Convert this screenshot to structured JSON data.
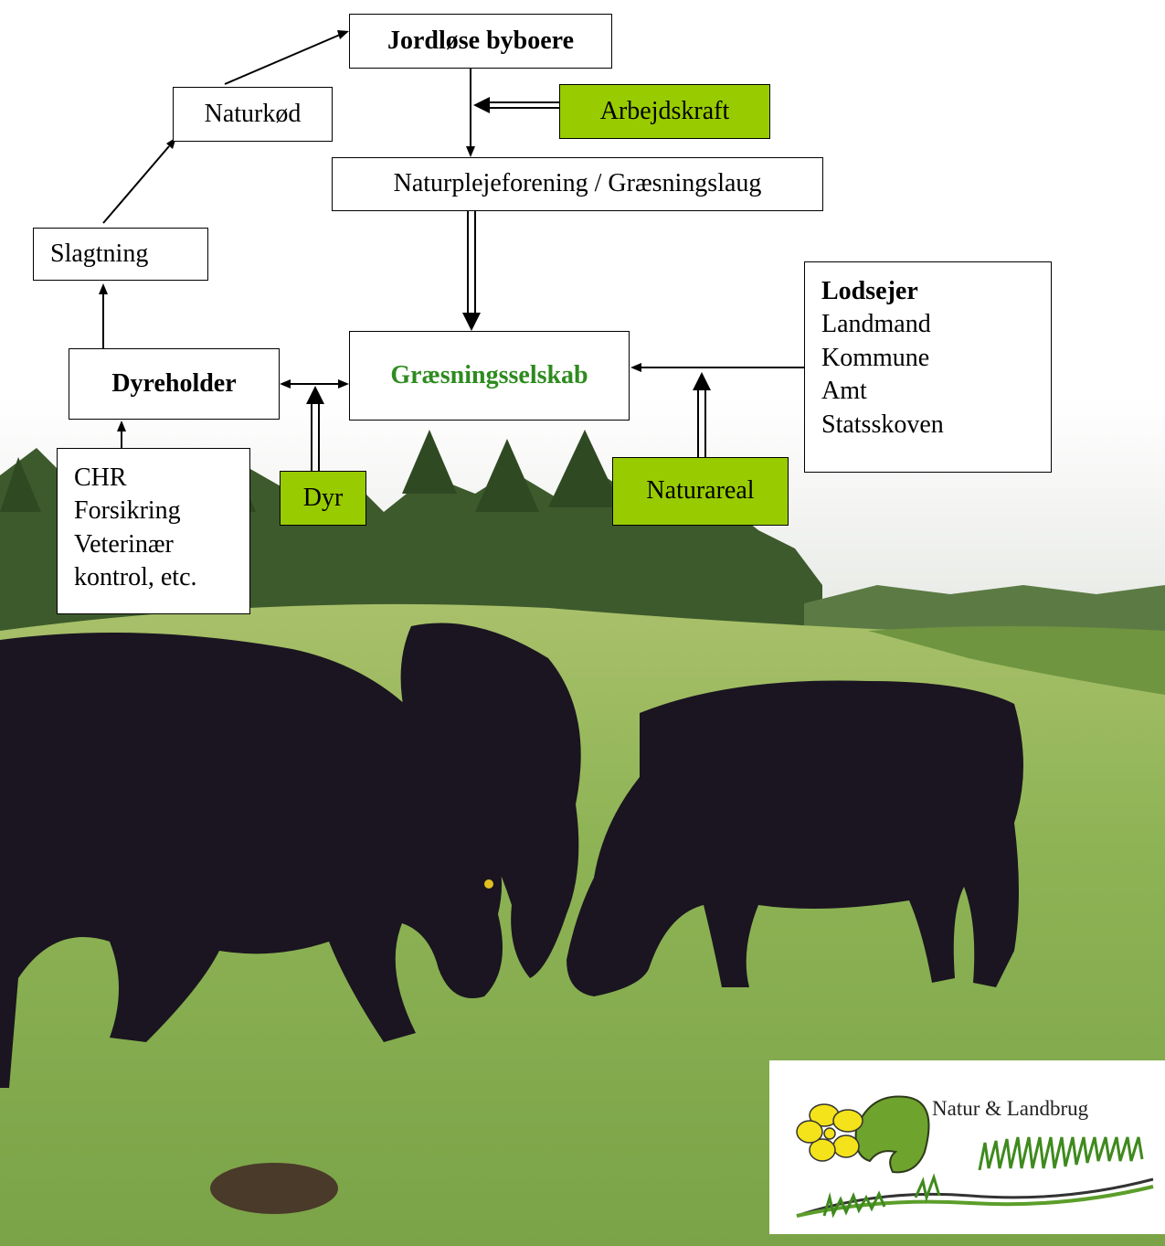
{
  "nodes": {
    "jordlose": "Jordløse byboere",
    "arbejdskraft": "Arbejdskraft",
    "naturkod": "Naturkød",
    "naturpleje": "Naturplejeforening / Græsningslaug",
    "slagtning": "Slagtning",
    "dyreholder": "Dyreholder",
    "graesningsselskab": "Græsningsselskab",
    "lodsejer": {
      "title": "Lodsejer",
      "items": [
        "Landmand",
        "Kommune",
        "Amt",
        "Statsskoven"
      ]
    },
    "requirements": [
      "CHR",
      "Forsikring",
      "Veterinær",
      "kontrol, etc."
    ],
    "dyr": "Dyr",
    "naturareal": "Naturareal"
  },
  "logo": {
    "text": "Natur & Landbrug"
  },
  "colors": {
    "green_box": "#99cc00",
    "title_green": "#2e8b1f",
    "grass": "#7fa84a",
    "cow": "#1a1520"
  }
}
